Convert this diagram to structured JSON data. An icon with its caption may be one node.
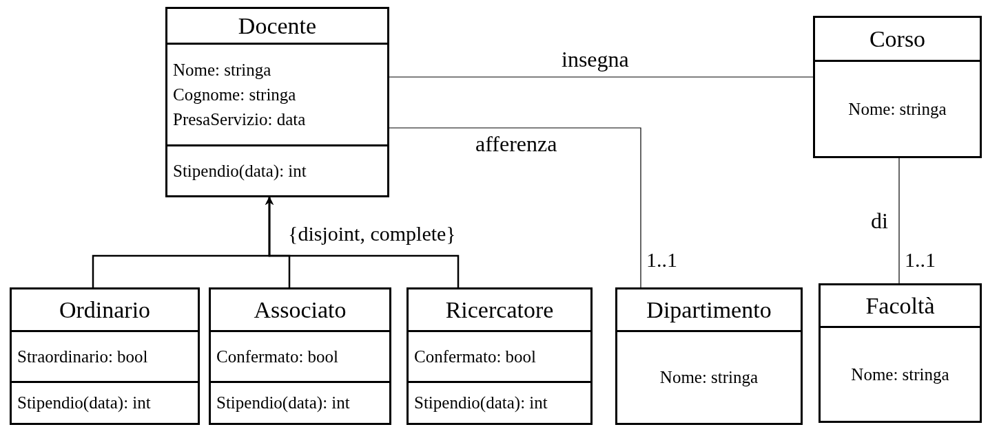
{
  "diagram": {
    "nodes": [
      {
        "text": [
          "Docente",
          "Nome: stringa",
          "Cognome: stringa",
          "PresaServizio: data",
          "Stipendio(data): int"
        ]
      },
      {
        "text": [
          "Corso",
          "Nome: stringa"
        ]
      },
      {
        "text": [
          "Ordinario",
          "Straordinario: bool",
          "Stipendio(data): int"
        ]
      },
      {
        "text": [
          "Associato",
          "Confermato: bool",
          "Stipendio(data): int"
        ]
      },
      {
        "text": [
          "Ricercatore",
          "Confermato: bool",
          "Stipendio(data): int"
        ]
      },
      {
        "text": [
          "Dipartimento",
          "Nome: stringa"
        ]
      },
      {
        "text": [
          "Facoltà",
          "Nome: stringa"
        ]
      }
    ],
    "edges": [
      {
        "from": 0,
        "to": 1,
        "arrow": "none",
        "label": "insegna"
      },
      {
        "from": 0,
        "to": 5,
        "arrow": "none",
        "label": "afferenza"
      },
      {
        "from": 1,
        "to": 6,
        "arrow": "none",
        "label": "di"
      },
      {
        "from": 2,
        "to": 0,
        "arrow": "to"
      },
      {
        "from": 3,
        "to": 0,
        "arrow": "to"
      },
      {
        "from": 4,
        "to": 0,
        "arrow": "to"
      }
    ],
    "labels": [
      "{disjoint, complete}",
      "1..1",
      "1..1"
    ]
  }
}
